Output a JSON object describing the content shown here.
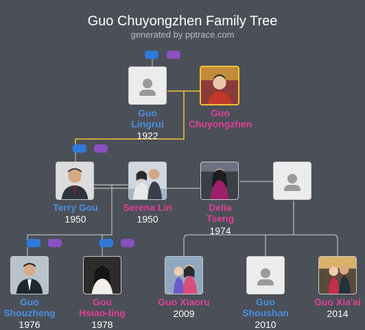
{
  "header": {
    "title": "Guo Chuyongzhen Family Tree",
    "subtitle": "generated by pptrace.com"
  },
  "colors": {
    "background": "#4b4f57",
    "male_name": "#4a90e2",
    "female_name": "#e0409a",
    "connector": "#d6d6d6",
    "couple_link": "#f2c234"
  },
  "people": {
    "guo_lingrui": {
      "name": "Guo\nLingrui",
      "year": "1922",
      "gender": "male",
      "photo": "placeholder"
    },
    "guo_chuyongzhen": {
      "name": "Guo\nChuyongzhen",
      "year": "",
      "gender": "female",
      "photo": "portrait",
      "highlighted": true
    },
    "terry_gou": {
      "name": "Terry Gou",
      "year": "1950",
      "gender": "male",
      "photo": "portrait"
    },
    "serena_lin": {
      "name": "Serena Lin",
      "year": "1950",
      "gender": "female",
      "photo": "portrait"
    },
    "delia_tseng": {
      "name": "Delia\nTseng",
      "year": "1974",
      "gender": "female",
      "photo": "portrait"
    },
    "unknown_spouse": {
      "name": "",
      "year": "",
      "gender": "unknown",
      "photo": "placeholder"
    },
    "guo_shouzheng": {
      "name": "Guo\nShouzheng",
      "year": "1976",
      "gender": "male",
      "photo": "portrait"
    },
    "gou_hsiao_ling": {
      "name": "Gou\nHsiao-ling",
      "year": "1978",
      "gender": "female",
      "photo": "portrait"
    },
    "guo_xiaoru": {
      "name": "Guo Xiaoru",
      "year": "2009",
      "gender": "female",
      "photo": "portrait"
    },
    "guo_shoushan": {
      "name": "Guo\nShoushan",
      "year": "2010",
      "gender": "male",
      "photo": "placeholder"
    },
    "guo_xiaai": {
      "name": "Guo Xia'ai",
      "year": "2014",
      "gender": "female",
      "photo": "portrait"
    }
  },
  "icons": {
    "toggle_pair": [
      "expand-ancestors-icon",
      "expand-descendants-icon"
    ],
    "placeholder": "person-silhouette-icon"
  }
}
